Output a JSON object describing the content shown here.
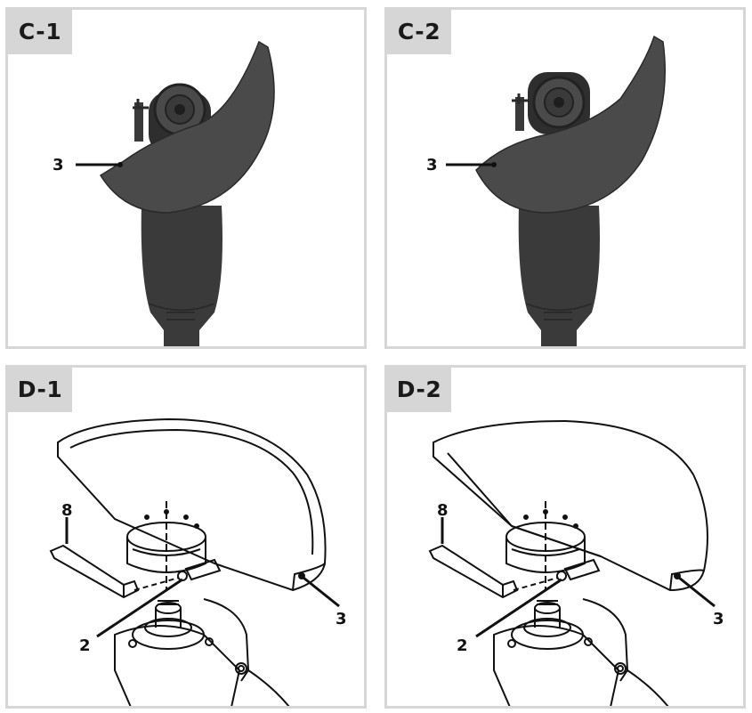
{
  "panels": {
    "c1": {
      "label": "C-1",
      "callouts": {
        "guard": "3"
      }
    },
    "c2": {
      "label": "C-2",
      "callouts": {
        "guard": "3"
      }
    },
    "d1": {
      "label": "D-1",
      "callouts": {
        "guard": "3",
        "clamp_screw": "2",
        "hex_key": "8"
      }
    },
    "d2": {
      "label": "D-2",
      "callouts": {
        "guard": "3",
        "clamp_screw": "2",
        "hex_key": "8"
      }
    }
  },
  "colors": {
    "border": "#d6d6d6",
    "tool_dark": "#3c3c3c",
    "line": "#111111"
  }
}
